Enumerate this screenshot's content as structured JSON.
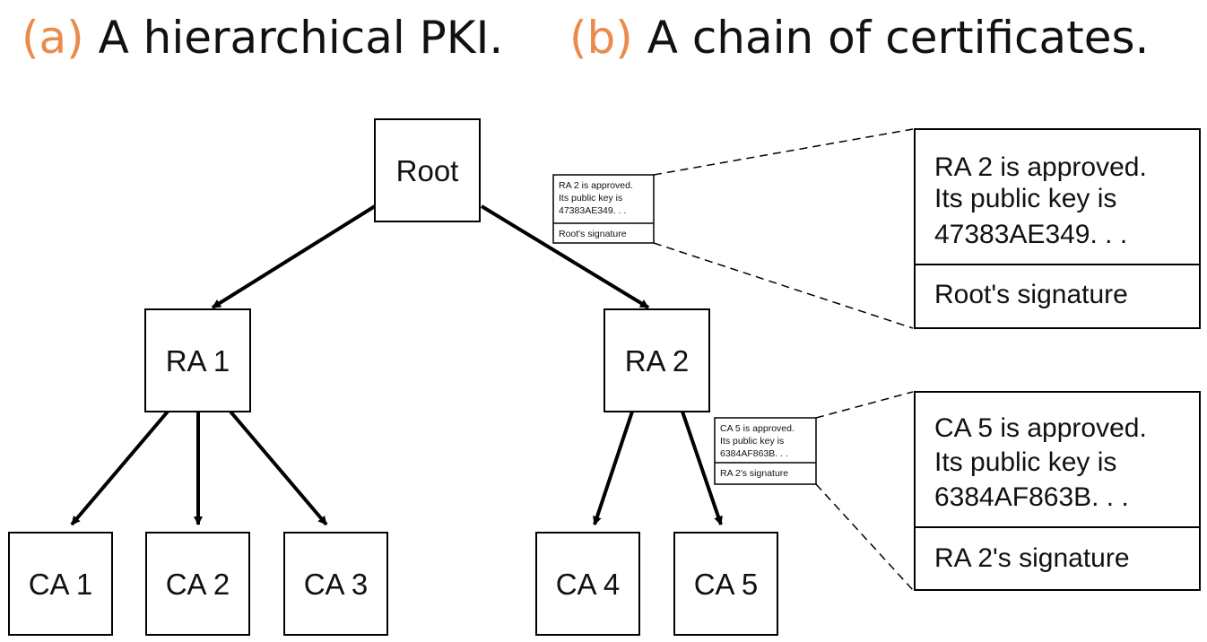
{
  "heading": {
    "part_a_tag": "(a)",
    "part_a_text": "A hierarchical PKI.",
    "part_b_tag": "(b)",
    "part_b_text": "A chain of certificates."
  },
  "nodes": {
    "root": "Root",
    "ra1": "RA 1",
    "ra2": "RA 2",
    "ca1": "CA 1",
    "ca2": "CA 2",
    "ca3": "CA 3",
    "ca4": "CA 4",
    "ca5": "CA 5"
  },
  "certificates": [
    {
      "lines": [
        "RA 2 is approved.",
        "Its public key is",
        "47383AE349. . ."
      ],
      "signature": "Root's signature"
    },
    {
      "lines": [
        "CA 5 is approved.",
        "Its public key is",
        "6384AF863B. . ."
      ],
      "signature": "RA 2's signature"
    }
  ],
  "colors": {
    "tag": "#ec8a4a",
    "text": "#111111",
    "line": "#000000"
  }
}
